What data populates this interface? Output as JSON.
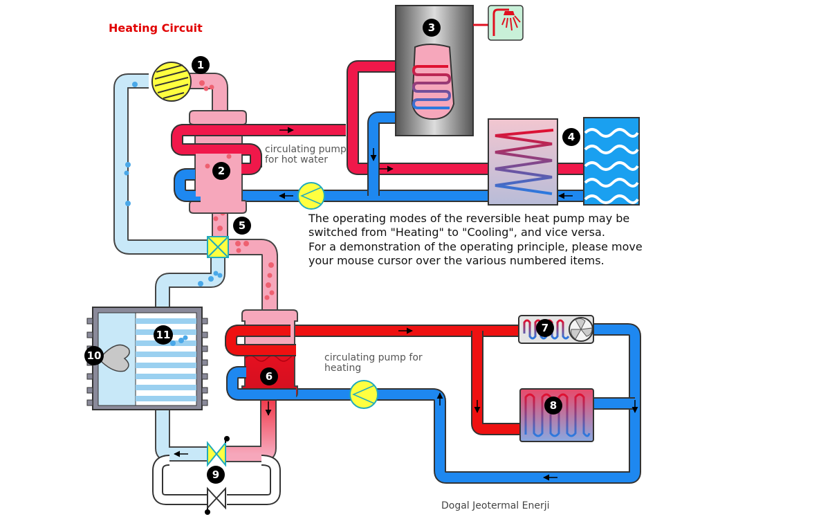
{
  "title": "Heating Circuit",
  "labels": {
    "pump_hot_water": [
      "circulating pump",
      "for hot water"
    ],
    "pump_heating": [
      "circulating pump for",
      "heating"
    ]
  },
  "description": [
    "The operating modes of the reversible heat pump may be",
    "switched from \"Heating\" to \"Cooling\", and vice versa.",
    "For a demonstration of the operating principle, please move",
    "your mouse cursor over the various numbered items."
  ],
  "credit": "Dogal Jeotermal Enerji",
  "items": [
    {
      "num": "1",
      "name": "compressor"
    },
    {
      "num": "2",
      "name": "hot-water-heat-exchanger"
    },
    {
      "num": "3",
      "name": "hot-water-tank"
    },
    {
      "num": "4",
      "name": "pool-heat-exchanger"
    },
    {
      "num": "5",
      "name": "four-way-valve"
    },
    {
      "num": "6",
      "name": "condenser"
    },
    {
      "num": "7",
      "name": "fan-coil"
    },
    {
      "num": "8",
      "name": "radiator"
    },
    {
      "num": "9",
      "name": "expansion-valve"
    },
    {
      "num": "10",
      "name": "outdoor-fan"
    },
    {
      "num": "11",
      "name": "evaporator"
    }
  ],
  "colors": {
    "title": "#e10000",
    "hot_pipe": "#f0184a",
    "hot_red": "#ee1111",
    "cold_pipe": "#1e88f0",
    "refrigerant_hot": "#f6a7bb",
    "refrigerant_cold": "#c8e8f8",
    "pump": "#ffff33"
  }
}
